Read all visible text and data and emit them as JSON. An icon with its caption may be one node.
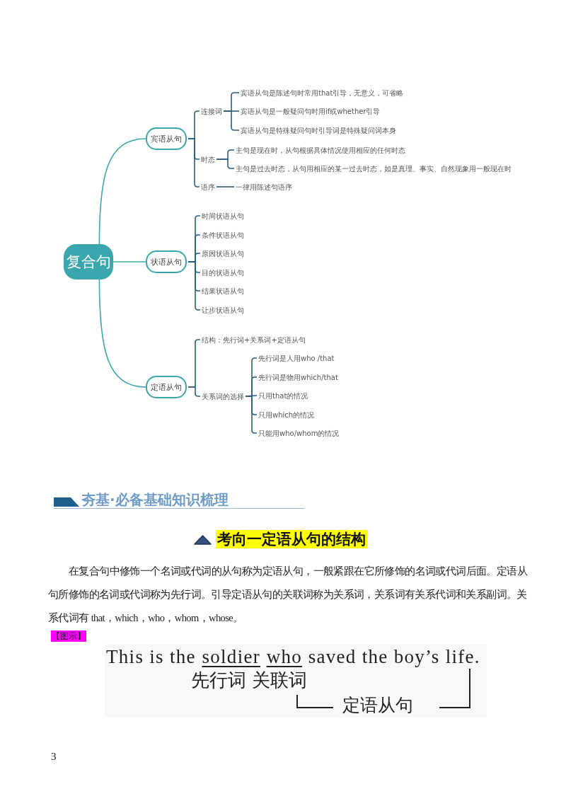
{
  "diagram": {
    "nodes": [
      {
        "text": [
          "复合句"
        ]
      },
      {
        "text": [
          "宾语从句"
        ]
      },
      {
        "text": [
          "连接词"
        ]
      },
      {
        "text": [
          "宾语从句是陈述句时常用that引导，无意义，可省略"
        ]
      },
      {
        "text": [
          "宾语从句是一般疑问句时用if或whether引导"
        ]
      },
      {
        "text": [
          "宾语从句是特殊疑问句时引导词是特殊疑问词本身"
        ]
      },
      {
        "text": [
          "时态"
        ]
      },
      {
        "text": [
          "主句是现在时，从句根据具体情况使用相应的任何时态"
        ]
      },
      {
        "text": [
          "主句是过去时态，从句用相应的某一过去时态，如是真理、事实、自然现象用一般现在时"
        ]
      },
      {
        "text": [
          "语序"
        ]
      },
      {
        "text": [
          "一律用陈述句语序"
        ]
      },
      {
        "text": [
          "状语从句"
        ]
      },
      {
        "text": [
          "时间状语从句"
        ]
      },
      {
        "text": [
          "条件状语从句"
        ]
      },
      {
        "text": [
          "原因状语从句"
        ]
      },
      {
        "text": [
          "目的状语从句"
        ]
      },
      {
        "text": [
          "结果状语从句"
        ]
      },
      {
        "text": [
          "让步状语从句"
        ]
      },
      {
        "text": [
          "定语从句"
        ]
      },
      {
        "text": [
          "结构：先行词+关系词+定语从句"
        ]
      },
      {
        "text": [
          "关系词的选择"
        ]
      },
      {
        "text": [
          "先行词是人用who /that"
        ]
      },
      {
        "text": [
          "先行词是物用which/that"
        ]
      },
      {
        "text": [
          "只用that的情况"
        ]
      },
      {
        "text": [
          "只用which的情况"
        ]
      },
      {
        "text": [
          "只能用who/whom的情况"
        ]
      }
    ],
    "edges": [
      {
        "from": 0,
        "to": 1,
        "arrow": "none",
        "color": "#3aa8ad"
      },
      {
        "from": 0,
        "to": 11,
        "arrow": "none",
        "color": "#3aa8ad"
      },
      {
        "from": 0,
        "to": 18,
        "arrow": "none",
        "color": "#3aa8ad"
      },
      {
        "from": 1,
        "to": 2,
        "arrow": "none"
      },
      {
        "from": 1,
        "to": 6,
        "arrow": "none"
      },
      {
        "from": 1,
        "to": 9,
        "arrow": "none"
      },
      {
        "from": 2,
        "to": 3,
        "arrow": "none"
      },
      {
        "from": 2,
        "to": 4,
        "arrow": "none"
      },
      {
        "from": 2,
        "to": 5,
        "arrow": "none"
      },
      {
        "from": 6,
        "to": 7,
        "arrow": "none"
      },
      {
        "from": 6,
        "to": 8,
        "arrow": "none"
      },
      {
        "from": 9,
        "to": 10,
        "arrow": "none"
      },
      {
        "from": 11,
        "to": 12,
        "arrow": "none"
      },
      {
        "from": 11,
        "to": 13,
        "arrow": "none"
      },
      {
        "from": 11,
        "to": 14,
        "arrow": "none"
      },
      {
        "from": 11,
        "to": 15,
        "arrow": "none"
      },
      {
        "from": 11,
        "to": 16,
        "arrow": "none"
      },
      {
        "from": 11,
        "to": 17,
        "arrow": "none"
      },
      {
        "from": 18,
        "to": 19,
        "arrow": "none"
      },
      {
        "from": 18,
        "to": 20,
        "arrow": "none"
      },
      {
        "from": 20,
        "to": 21,
        "arrow": "none"
      },
      {
        "from": 20,
        "to": 22,
        "arrow": "none"
      },
      {
        "from": 20,
        "to": 23,
        "arrow": "none"
      },
      {
        "from": 20,
        "to": 24,
        "arrow": "none"
      },
      {
        "from": 20,
        "to": 25,
        "arrow": "none"
      }
    ],
    "labels": [
      "夯基·必备基础知识梳理",
      "考向一定语从句的结构",
      "在复合句中修饰一个名词或代词的从句称为定语从句，一般紧跟在它所修饰的名词或代词后面。定语从句所修饰的名词或代词称为先行词。引导定语从句的关联词称为关系词，关系词有关系代词和关系副词。关系代词有 that，which，who，whom，whose。",
      "【图示】",
      "This is the",
      "soldier",
      "who",
      "saved the boy’s life.",
      "先行词",
      "关联词",
      "定语从句",
      "3"
    ]
  }
}
